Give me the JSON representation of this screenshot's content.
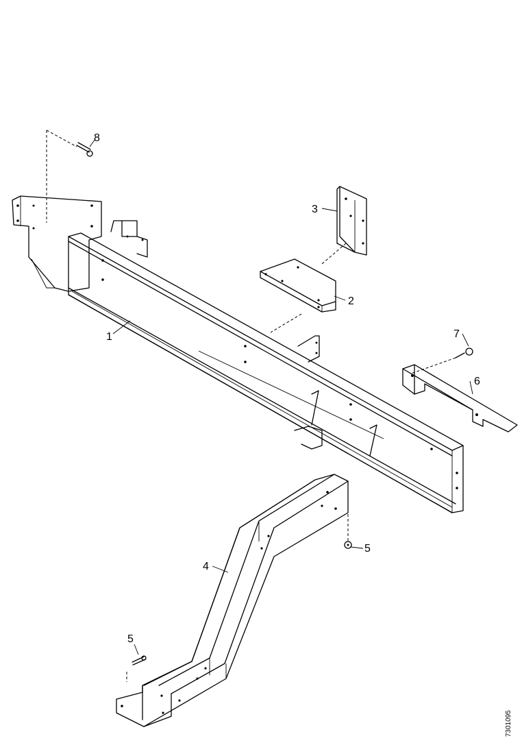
{
  "callouts": {
    "c1": "1",
    "c2": "2",
    "c3": "3",
    "c4": "4",
    "c5a": "5",
    "c5b": "5",
    "c6": "6",
    "c7": "7",
    "c8": "8"
  },
  "figure_id": "7301095"
}
